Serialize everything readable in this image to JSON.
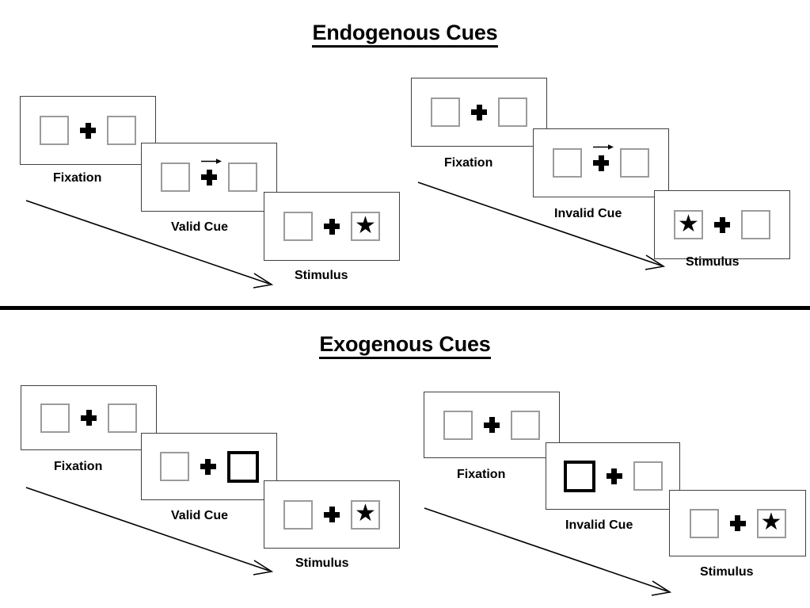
{
  "sections": [
    {
      "id": "endogenous",
      "title": "Endogenous Cues",
      "groups": [
        {
          "id": "endogenous-valid",
          "cue_label": "Valid Cue",
          "panels": [
            {
              "label": "Fixation",
              "left_box": "empty",
              "right_box": "empty",
              "cue": "none"
            },
            {
              "label": "Valid Cue",
              "left_box": "empty",
              "right_box": "empty",
              "cue": "arrow-right"
            },
            {
              "label": "Stimulus",
              "left_box": "empty",
              "right_box": "star",
              "cue": "none"
            }
          ]
        },
        {
          "id": "endogenous-invalid",
          "cue_label": "Invalid Cue",
          "panels": [
            {
              "label": "Fixation",
              "left_box": "empty",
              "right_box": "empty",
              "cue": "none"
            },
            {
              "label": "Invalid Cue",
              "left_box": "empty",
              "right_box": "empty",
              "cue": "arrow-right"
            },
            {
              "label": "Stimulus",
              "left_box": "star",
              "right_box": "empty",
              "cue": "none"
            }
          ]
        }
      ]
    },
    {
      "id": "exogenous",
      "title": "Exogenous Cues",
      "groups": [
        {
          "id": "exogenous-valid",
          "cue_label": "Valid Cue",
          "panels": [
            {
              "label": "Fixation",
              "left_box": "empty",
              "right_box": "empty",
              "cue": "none"
            },
            {
              "label": "Valid Cue",
              "left_box": "empty",
              "right_box": "highlight",
              "cue": "none"
            },
            {
              "label": "Stimulus",
              "left_box": "empty",
              "right_box": "star",
              "cue": "none"
            }
          ]
        },
        {
          "id": "exogenous-invalid",
          "cue_label": "Invalid Cue",
          "panels": [
            {
              "label": "Fixation",
              "left_box": "empty",
              "right_box": "empty",
              "cue": "none"
            },
            {
              "label": "Invalid Cue",
              "left_box": "highlight",
              "right_box": "empty",
              "cue": "none"
            },
            {
              "label": "Stimulus",
              "left_box": "empty",
              "right_box": "star",
              "cue": "none"
            }
          ]
        }
      ]
    }
  ],
  "labels": {
    "endo_valid_fixation": "Fixation",
    "endo_valid_cue": "Valid Cue",
    "endo_valid_stimulus": "Stimulus",
    "endo_invalid_fixation": "Fixation",
    "endo_invalid_cue": "Invalid Cue",
    "endo_invalid_stimulus": "Stimulus",
    "exo_valid_fixation": "Fixation",
    "exo_valid_cue": "Valid Cue",
    "exo_valid_stimulus": "Stimulus",
    "exo_invalid_fixation": "Fixation",
    "exo_invalid_cue": "Invalid Cue",
    "exo_invalid_stimulus": "Stimulus"
  },
  "glyphs": {
    "star": "★"
  },
  "colors": {
    "ink": "#000000",
    "panel_border": "#404040",
    "box_border": "#9b9b9b",
    "cued_box_border": "#000000",
    "background": "#ffffff"
  }
}
